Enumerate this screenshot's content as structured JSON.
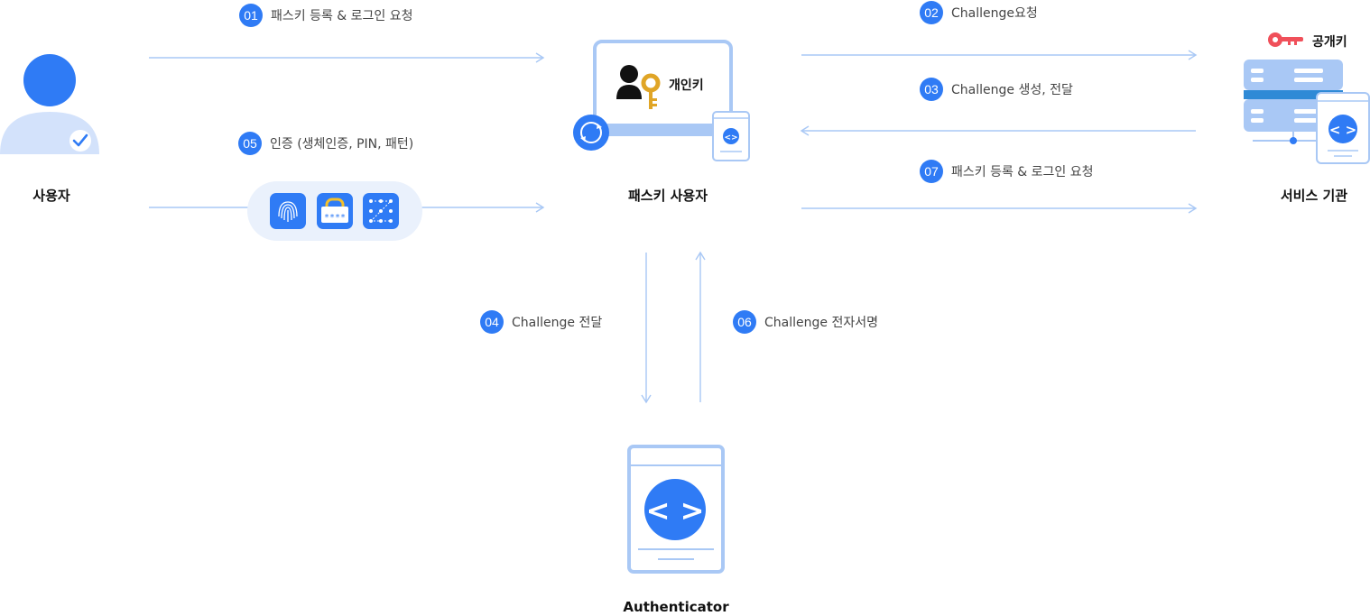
{
  "nodes": {
    "user": "사용자",
    "passkey_user": "패스키 사용자",
    "service": "서비스 기관",
    "authenticator": "Authenticator",
    "private_key": "개인키",
    "public_key": "공개키"
  },
  "steps": [
    {
      "num": "01",
      "text": "패스키 등록 & 로그인 요청"
    },
    {
      "num": "02",
      "text": "Challenge요청"
    },
    {
      "num": "03",
      "text": "Challenge 생성, 전달"
    },
    {
      "num": "04",
      "text": "Challenge 전달"
    },
    {
      "num": "05",
      "text": "인증 (생체인증, PIN, 패턴)"
    },
    {
      "num": "06",
      "text": "Challenge 전자서명"
    },
    {
      "num": "07",
      "text": "패스키 등록 & 로그인 요청"
    }
  ],
  "pin_mask": "****",
  "colors": {
    "accent": "#2f7bf5",
    "light": "#d3e2fb",
    "arrow": "#a9c8f5",
    "key_gold": "#e0a526",
    "key_red": "#f0505a"
  }
}
